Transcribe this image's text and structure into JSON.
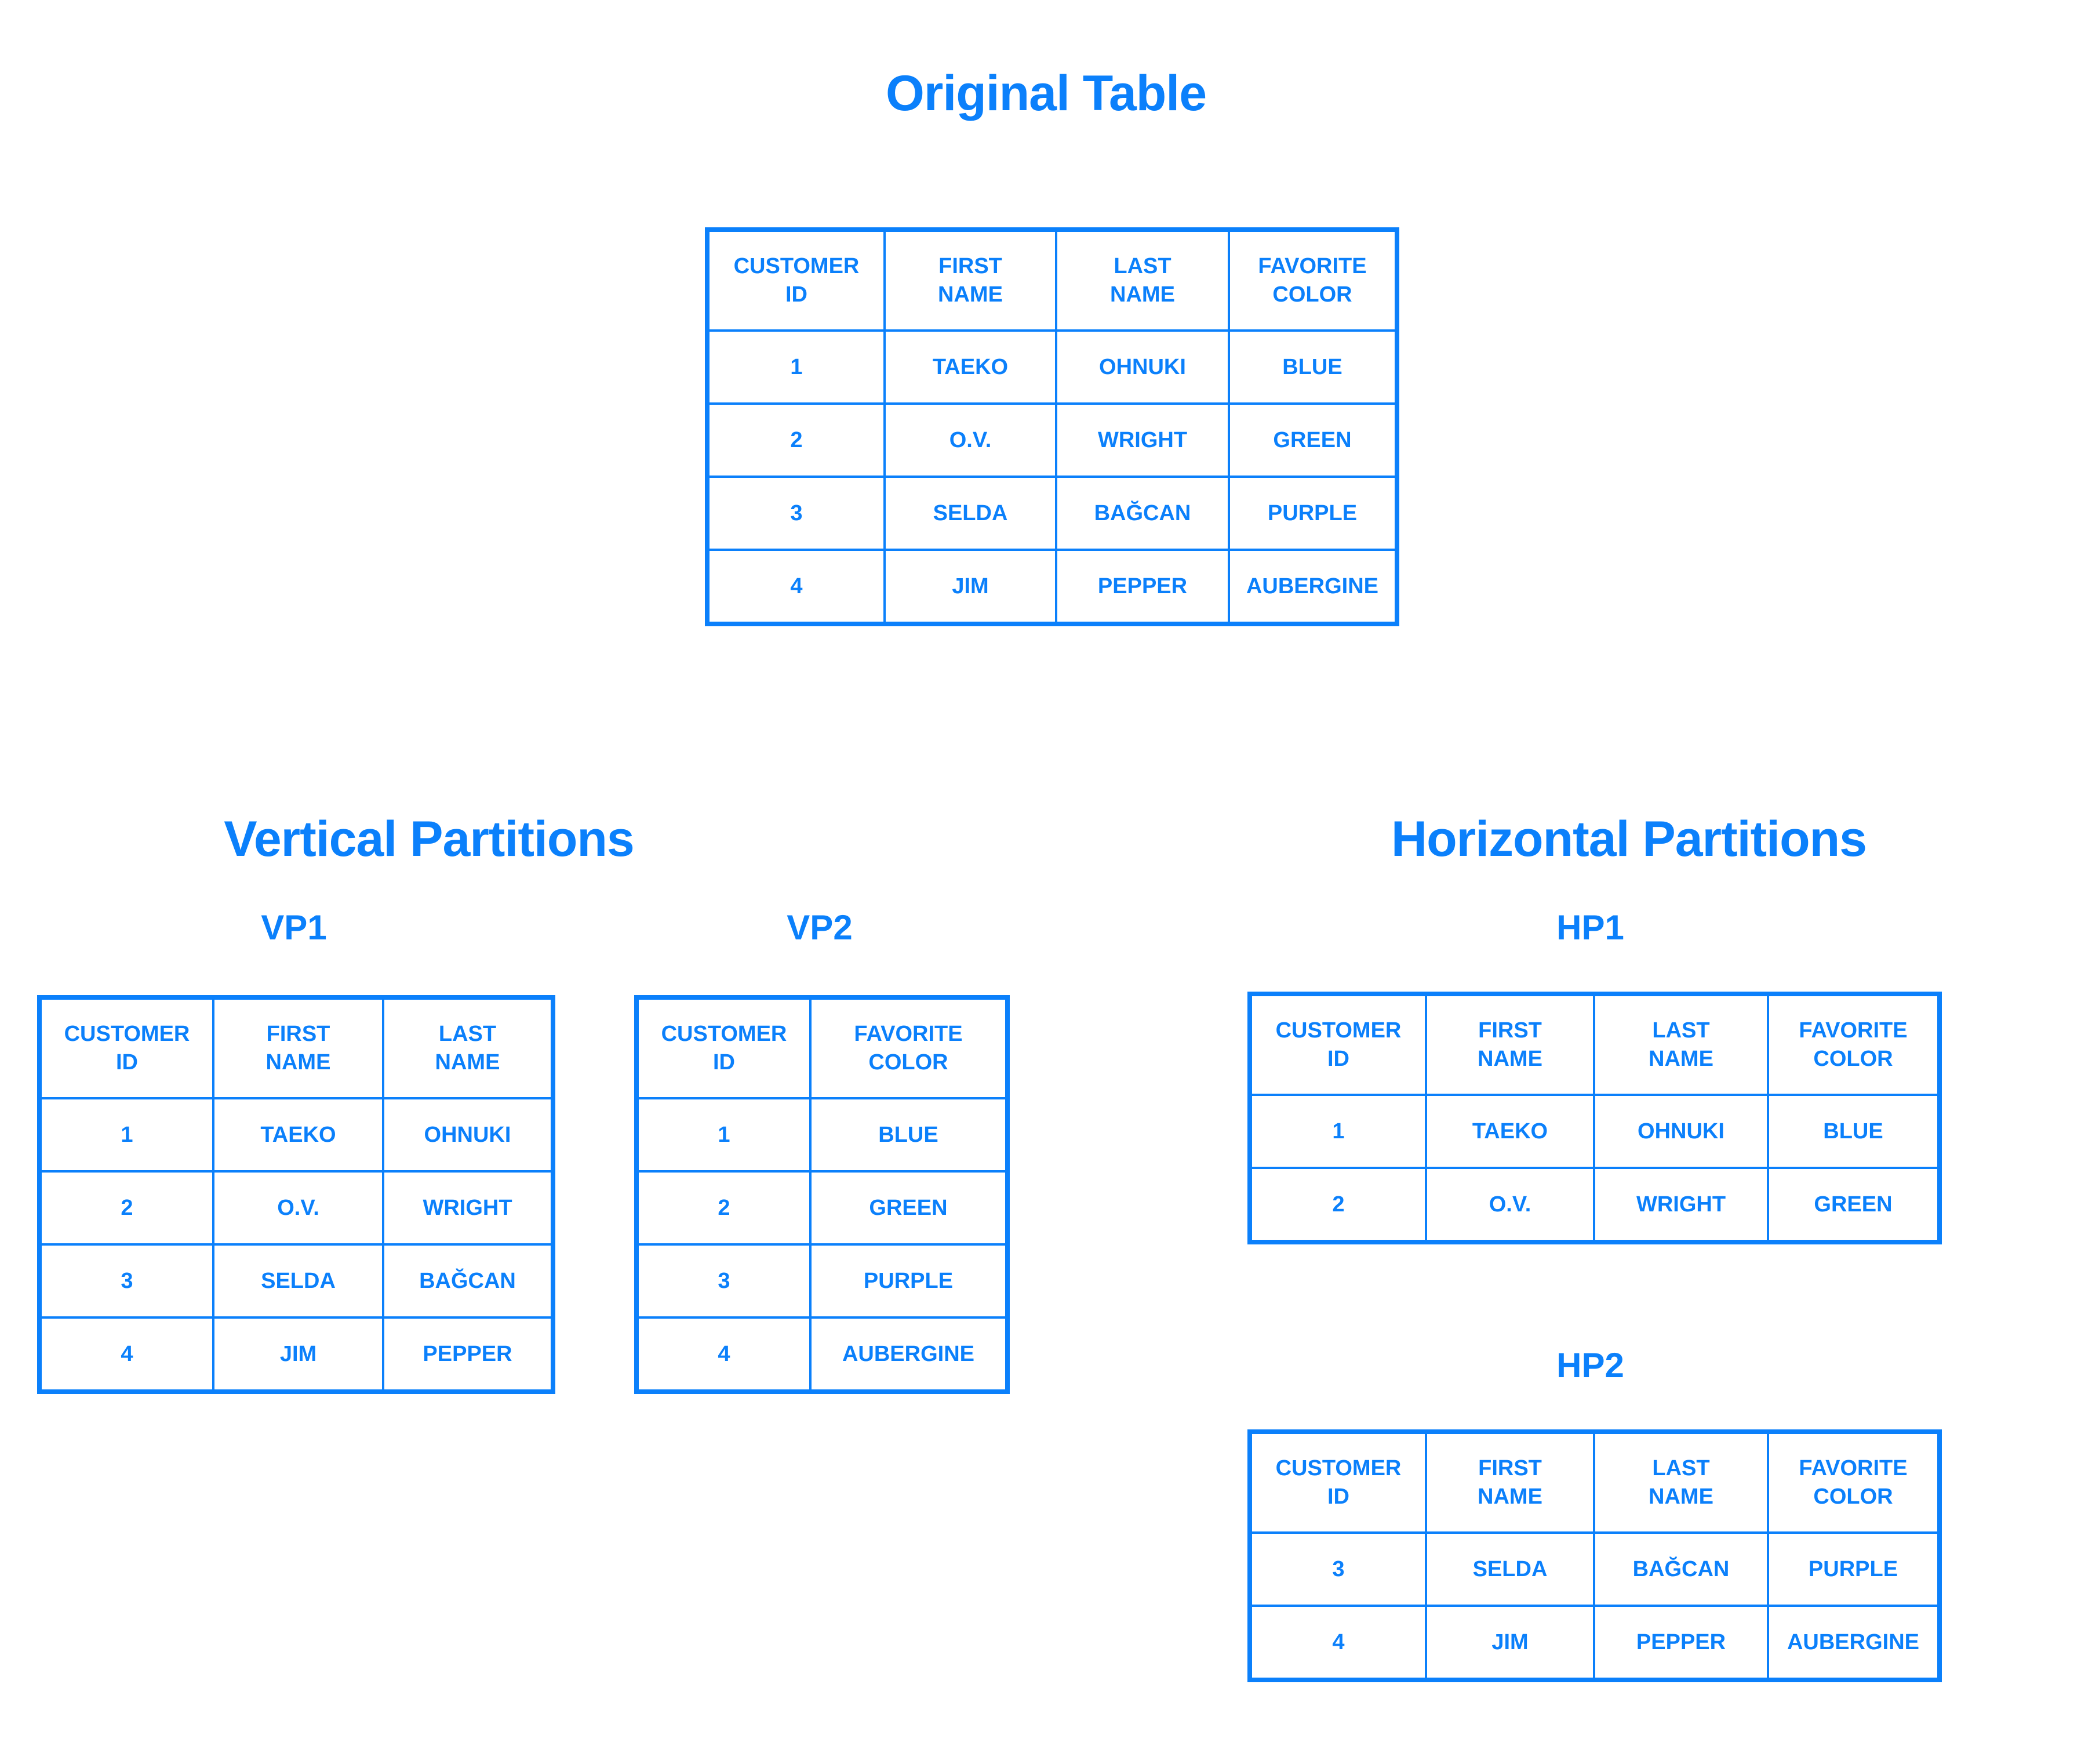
{
  "accent_color": "#0b80fb",
  "background_color": "#ffffff",
  "titles": {
    "original": "Original Table",
    "vertical": "Vertical Partitions",
    "horizontal": "Horizontal Partitions"
  },
  "labels": {
    "vp1": "VP1",
    "vp2": "VP2",
    "hp1": "HP1",
    "hp2": "HP2"
  },
  "column_names": {
    "customer_id": [
      "CUSTOMER",
      "ID"
    ],
    "first_name": [
      "FIRST",
      "NAME"
    ],
    "last_name": [
      "LAST",
      "NAME"
    ],
    "favorite_color": [
      "FAVORITE",
      "COLOR"
    ]
  },
  "tables": {
    "original": {
      "headers": [
        [
          "CUSTOMER",
          "ID"
        ],
        [
          "FIRST",
          "NAME"
        ],
        [
          "LAST",
          "NAME"
        ],
        [
          "FAVORITE",
          "COLOR"
        ]
      ],
      "rows": [
        [
          "1",
          "TAEKO",
          "OHNUKI",
          "BLUE"
        ],
        [
          "2",
          "O.V.",
          "WRIGHT",
          "GREEN"
        ],
        [
          "3",
          "SELDA",
          "BAĞCAN",
          "PURPLE"
        ],
        [
          "4",
          "JIM",
          "PEPPER",
          "AUBERGINE"
        ]
      ]
    },
    "vp1": {
      "headers": [
        [
          "CUSTOMER",
          "ID"
        ],
        [
          "FIRST",
          "NAME"
        ],
        [
          "LAST",
          "NAME"
        ]
      ],
      "rows": [
        [
          "1",
          "TAEKO",
          "OHNUKI"
        ],
        [
          "2",
          "O.V.",
          "WRIGHT"
        ],
        [
          "3",
          "SELDA",
          "BAĞCAN"
        ],
        [
          "4",
          "JIM",
          "PEPPER"
        ]
      ]
    },
    "vp2": {
      "headers": [
        [
          "CUSTOMER",
          "ID"
        ],
        [
          "FAVORITE",
          "COLOR"
        ]
      ],
      "rows": [
        [
          "1",
          "BLUE"
        ],
        [
          "2",
          "GREEN"
        ],
        [
          "3",
          "PURPLE"
        ],
        [
          "4",
          "AUBERGINE"
        ]
      ]
    },
    "hp1": {
      "headers": [
        [
          "CUSTOMER",
          "ID"
        ],
        [
          "FIRST",
          "NAME"
        ],
        [
          "LAST",
          "NAME"
        ],
        [
          "FAVORITE",
          "COLOR"
        ]
      ],
      "rows": [
        [
          "1",
          "TAEKO",
          "OHNUKI",
          "BLUE"
        ],
        [
          "2",
          "O.V.",
          "WRIGHT",
          "GREEN"
        ]
      ]
    },
    "hp2": {
      "headers": [
        [
          "CUSTOMER",
          "ID"
        ],
        [
          "FIRST",
          "NAME"
        ],
        [
          "LAST",
          "NAME"
        ],
        [
          "FAVORITE",
          "COLOR"
        ]
      ],
      "rows": [
        [
          "3",
          "SELDA",
          "BAĞCAN",
          "PURPLE"
        ],
        [
          "4",
          "JIM",
          "PEPPER",
          "AUBERGINE"
        ]
      ]
    }
  }
}
